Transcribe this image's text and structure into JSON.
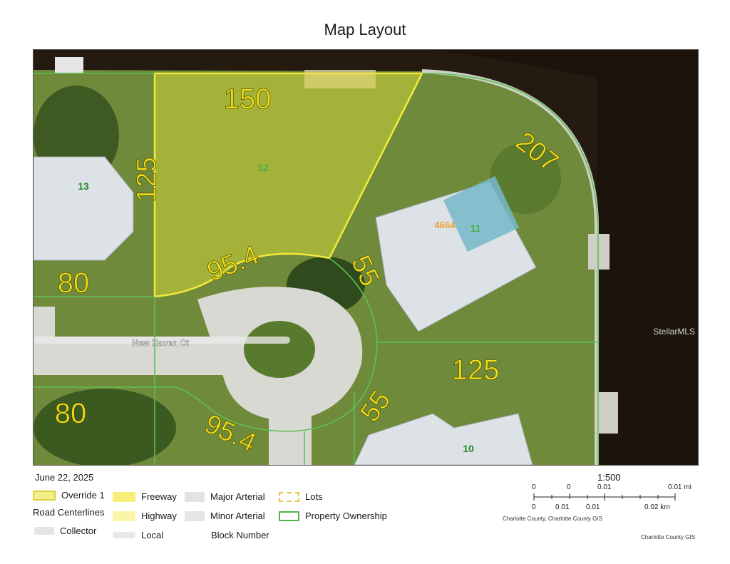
{
  "title": "Map Layout",
  "watermark": "StellarMLS",
  "date": "June 22, 2025",
  "street_name": "New Haven Ct",
  "dimensions": {
    "d150": "150",
    "d125_left": "125",
    "d207": "207",
    "d95_top": "95.4",
    "d80_top": "80",
    "d55_top": "55",
    "d125_right": "125",
    "d80_bottom": "80",
    "d55_bottom": "55",
    "d95_bottom": "95.4"
  },
  "lot_labels": {
    "lot12": "12",
    "lot13": "13",
    "lot11": "11",
    "lot10": "10",
    "block": "4664"
  },
  "legend": {
    "override": "Override 1",
    "road_centerlines": "Road Centerlines",
    "collector": "Collector",
    "freeway": "Freeway",
    "highway": "Highway",
    "local": "Local",
    "major_arterial": "Major Arterial",
    "minor_arterial": "Minor Arterial",
    "block_number": "Block Number",
    "lots": "Lots",
    "property_ownership": "Property Ownership"
  },
  "scale": {
    "ratio": "1:500",
    "mi_labels": [
      "0",
      "0",
      "0.01",
      "0.01 mi"
    ],
    "km_labels": [
      "0",
      "0.01",
      "0.01",
      "0.02 km"
    ],
    "credit_left": "Charlotte County, Charlotte County GIS",
    "credit_right": "Charlotte County GIS"
  },
  "colors": {
    "parcel_line": "#5cc251",
    "highlight_fill": "#f0ea3c",
    "highlight_line": "#f2ea3a",
    "water": "#241a10",
    "grass": "#6f8a3a",
    "road": "#d9d9d4",
    "roof": "#dde2e6",
    "dimension_text": "#f2e21a"
  }
}
